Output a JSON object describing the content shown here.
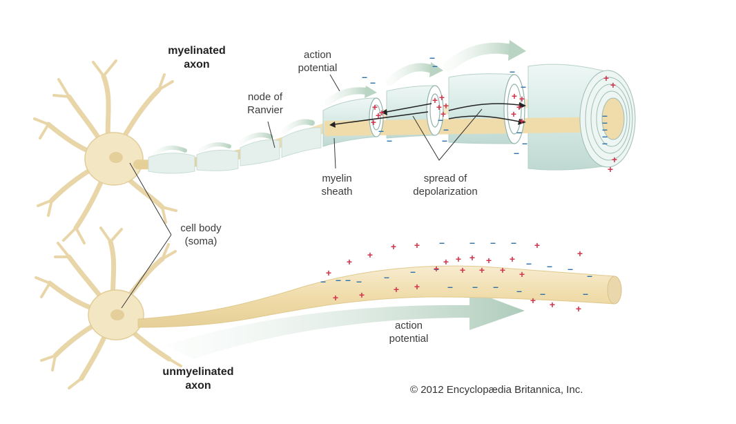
{
  "labels": {
    "myelinated_axon": [
      "myelinated",
      "axon"
    ],
    "action_potential_top": [
      "action",
      "potential"
    ],
    "node_of_ranvier": [
      "node of",
      "Ranvier"
    ],
    "myelin_sheath": [
      "myelin",
      "sheath"
    ],
    "spread_of_depolarization": [
      "spread of",
      "depolarization"
    ],
    "cell_body": [
      "cell body",
      "(soma)"
    ],
    "action_potential_bottom": [
      "action",
      "potential"
    ],
    "unmyelinated_axon": [
      "unmyelinated",
      "axon"
    ]
  },
  "copyright": "© 2012 Encyclopædia Britannica, Inc.",
  "charges": {
    "plus": "+",
    "minus": "–"
  },
  "colors": {
    "neuron": "#f3e6c3",
    "neuron_outline": "#e2cc98",
    "myelin": "#d9ece8",
    "myelin_edge": "#a9c9c2",
    "axon_core": "#f2e2b6",
    "arrow_green": "#cfe2d5",
    "plus": "#d2334b",
    "minus": "#2a6fa8",
    "leader": "#333333"
  }
}
